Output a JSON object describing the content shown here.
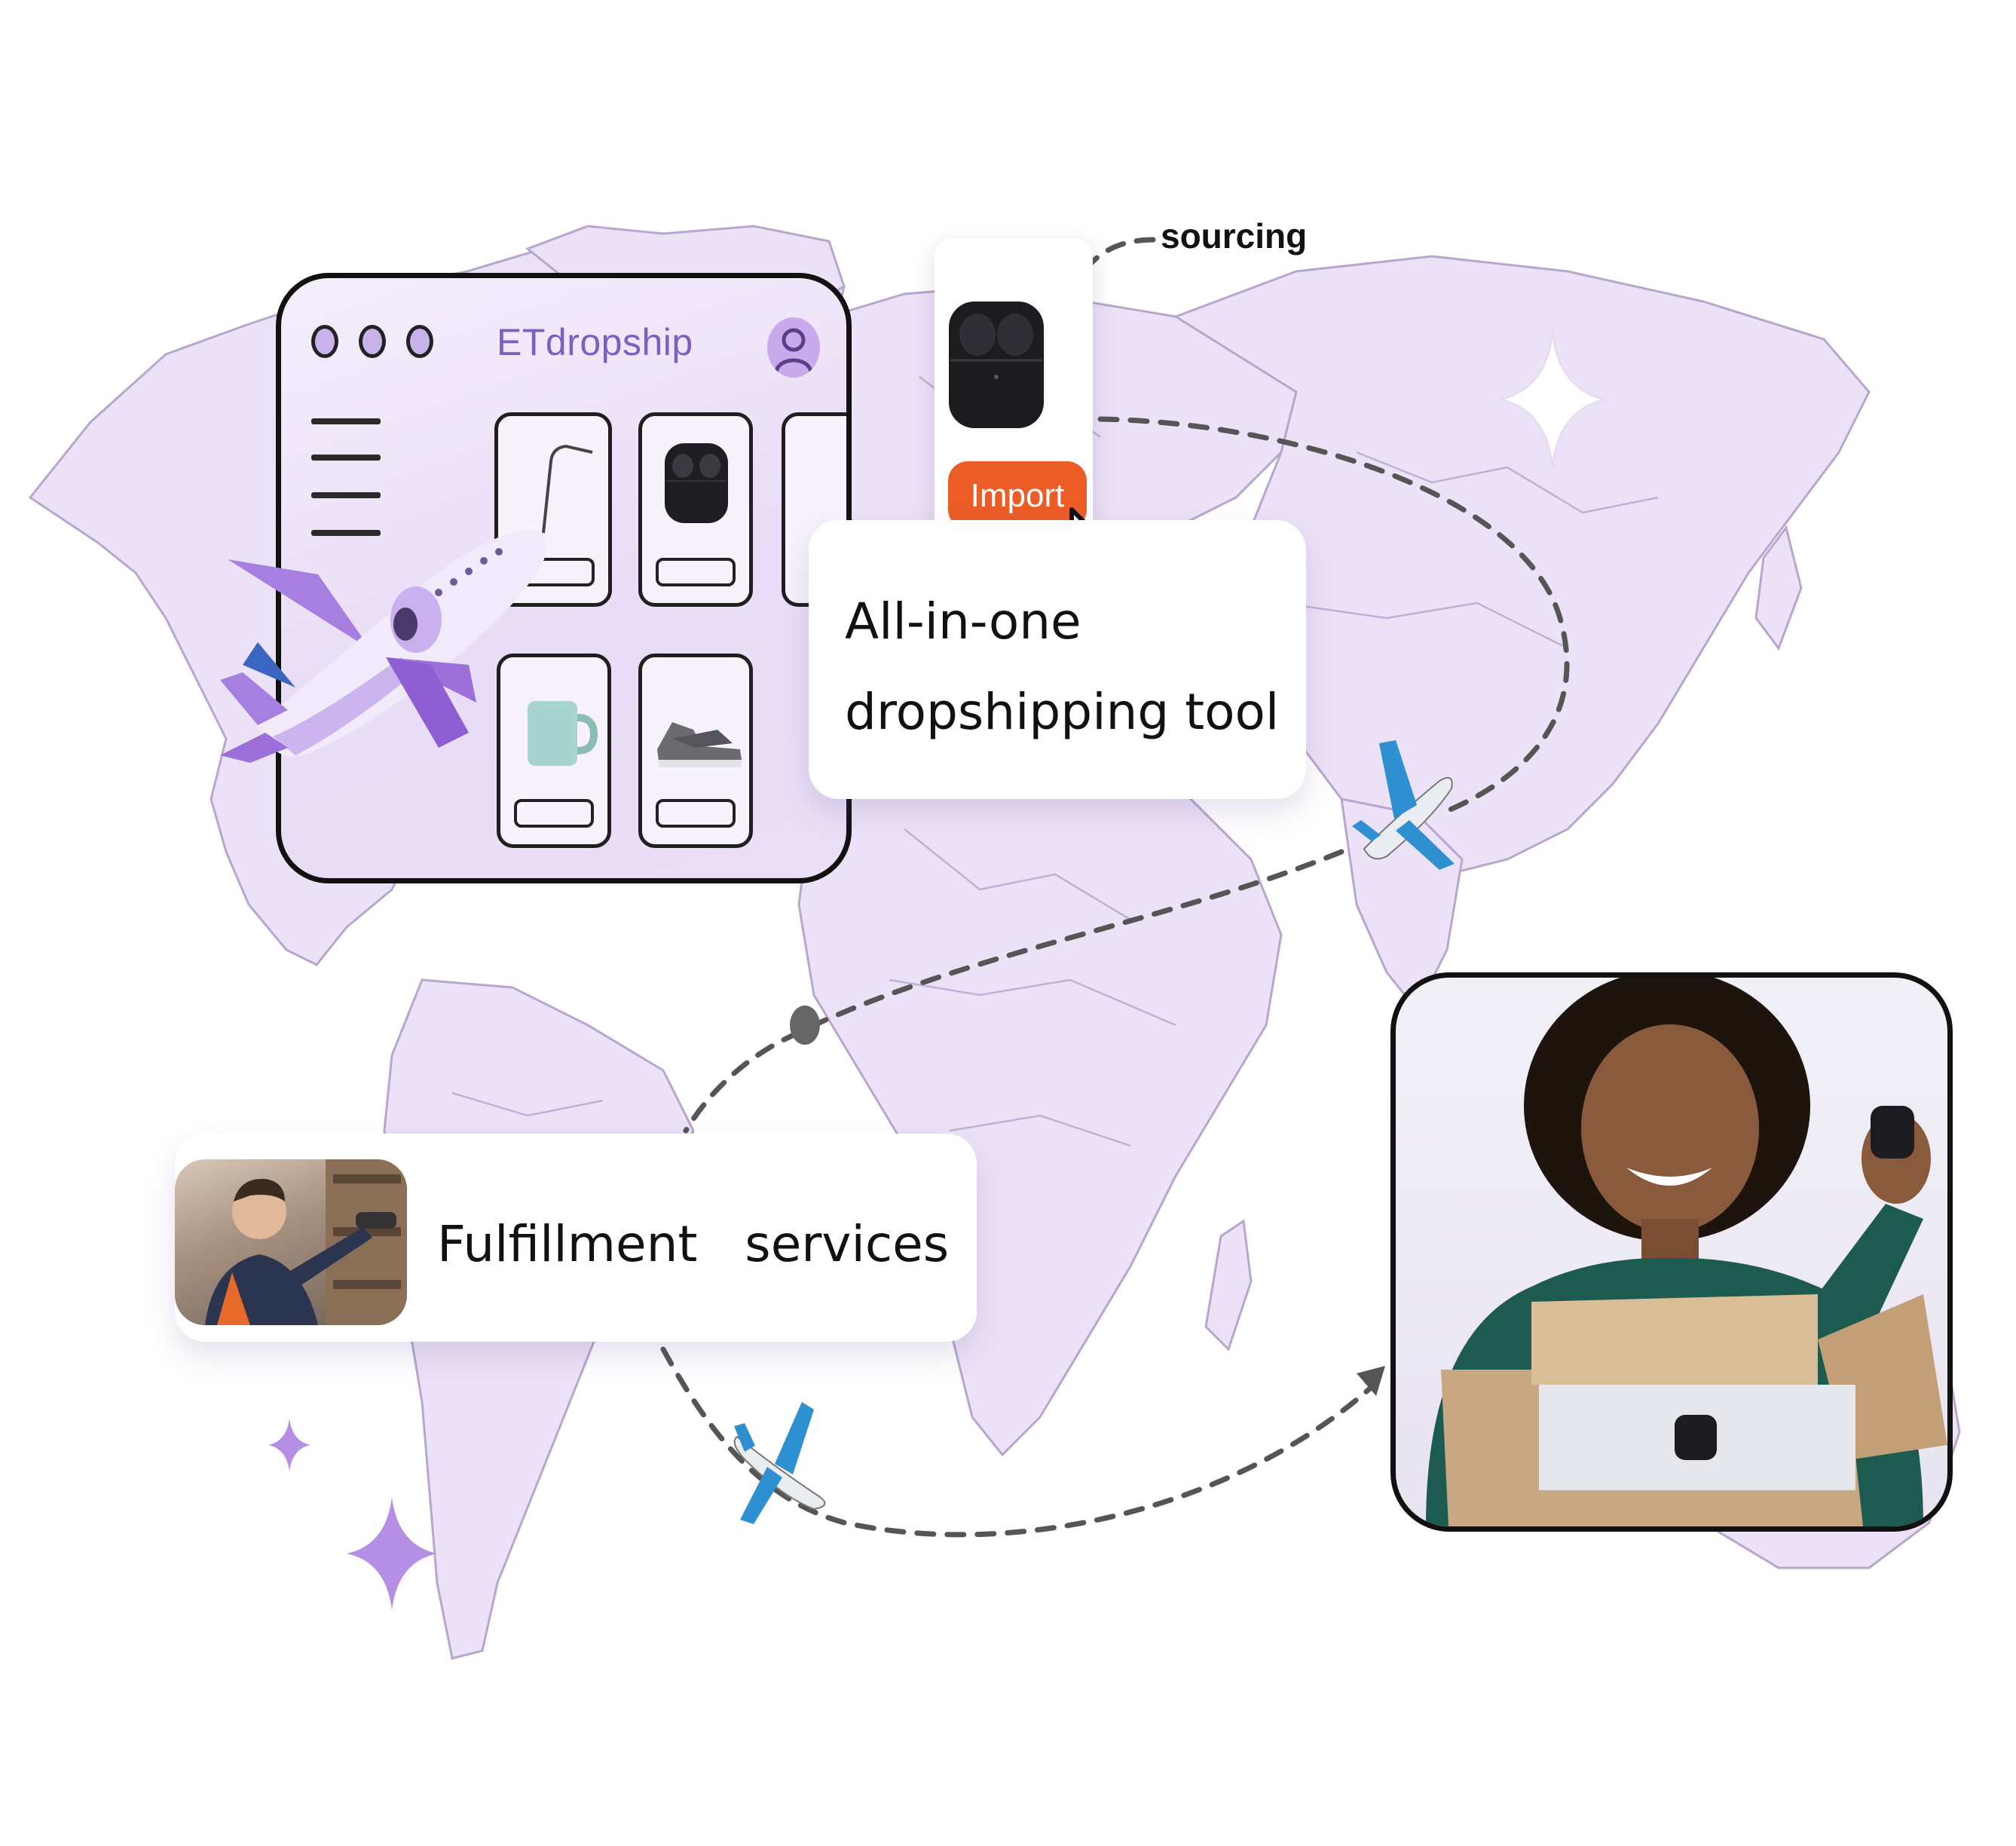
{
  "app": {
    "title": "ETdropship",
    "menu_lines": 4,
    "products": [
      "walking-cane",
      "earbuds-case",
      "mug",
      "sneakers"
    ]
  },
  "popup": {
    "import_label": "Import",
    "sourcing_label": "sourcing"
  },
  "feature_card": {
    "line1": "All-in-one",
    "line2": "dropshipping tool"
  },
  "fulfillment_card": {
    "label": "Fulfillment   services"
  },
  "colors": {
    "map": "#ece2f7",
    "map_border": "#b8a6cf",
    "accent_purple": "#9b72d8",
    "import_orange": "#ec5c26",
    "route": "#555555",
    "plane_blue": "#2e8fd1"
  },
  "icons": [
    "airplane-icon",
    "cursor-icon",
    "sparkle-icon",
    "avatar-icon"
  ]
}
